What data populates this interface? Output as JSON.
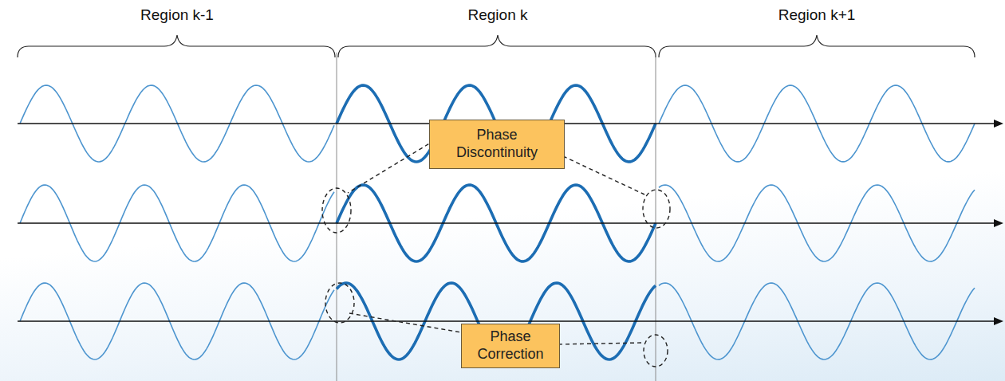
{
  "diagram": {
    "nodes": [
      {
        "text": [
          "Phase Discontinuity"
        ]
      },
      {
        "text": [
          "Phase Correction"
        ]
      }
    ],
    "labels": [
      "Region k-1",
      "Region k",
      "Region k+1"
    ]
  }
}
